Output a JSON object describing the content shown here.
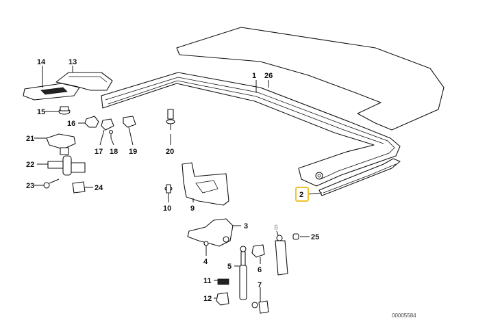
{
  "diagram": {
    "highlight_color": "#f2c230",
    "ref_number": "00005584",
    "callouts": {
      "c1": "1",
      "c2": "2",
      "c3": "3",
      "c4": "4",
      "c5": "5",
      "c6": "6",
      "c7": "7",
      "c8": "8",
      "c9": "9",
      "c10": "10",
      "c11": "11",
      "c12": "12",
      "c13": "13",
      "c14": "14",
      "c15": "15",
      "c16": "16",
      "c17": "17",
      "c18": "18",
      "c19": "19",
      "c20": "20",
      "c21": "21",
      "c22": "22",
      "c23": "23",
      "c24": "24",
      "c25": "25",
      "c26": "26"
    }
  }
}
